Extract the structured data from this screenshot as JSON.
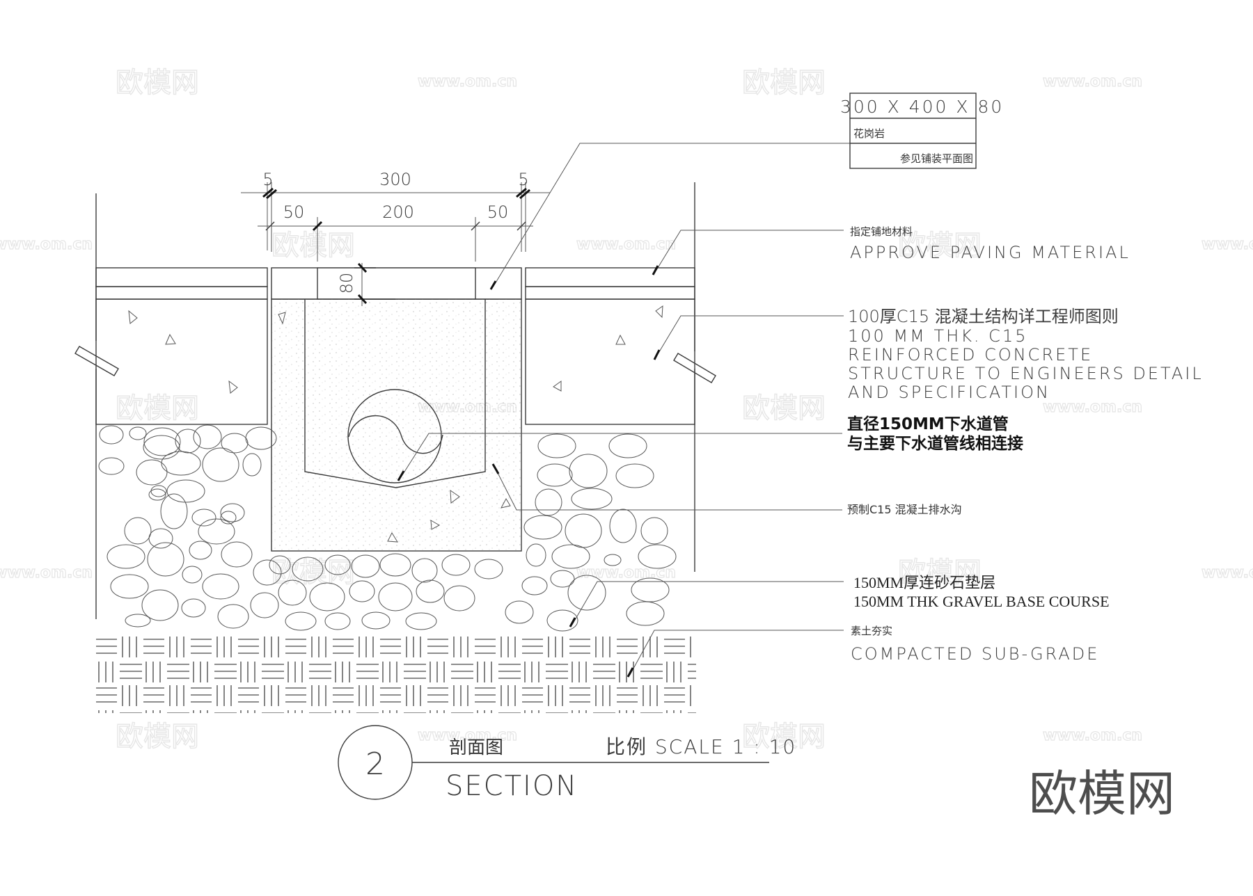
{
  "drawing": {
    "title_cn": "剖面图",
    "title_en": "SECTION",
    "detail_number": "2",
    "scale_label": "比例 SCALE 1 : 10"
  },
  "dimensions": {
    "top_overall": "300",
    "left_gap": "5",
    "right_gap": "5",
    "left_wall": "50",
    "opening": "200",
    "right_wall": "50",
    "slab_thickness": "80"
  },
  "spec_table": {
    "size": "300 X 400 X 80",
    "material": "花岗岩",
    "note": "参见铺装平面图"
  },
  "annotations": [
    {
      "id": "paving",
      "cn": "指定铺地材料",
      "en": [
        "APPROVE PAVING MATERIAL"
      ]
    },
    {
      "id": "concrete",
      "cn": "100厚C15 混凝土结构详工程师图则",
      "en": [
        "100 MM THK. C15",
        "REINFORCED CONCRETE",
        "STRUCTURE TO ENGINEERS DETAIL",
        "AND SPECIFICATION"
      ]
    },
    {
      "id": "pipe",
      "cn": [
        "直径150MM下水道管",
        "与主要下水道管线相连接"
      ]
    },
    {
      "id": "channel",
      "cn": "预制C15 混凝土排水沟"
    },
    {
      "id": "gravel",
      "cn": "150MM厚连砂石垫层",
      "en": [
        "150MM THK GRAVEL BASE COURSE"
      ]
    },
    {
      "id": "subgrade",
      "cn": "素土夯实",
      "en": [
        "COMPACTED SUB-GRADE"
      ]
    }
  ],
  "watermark": {
    "logo_text": "欧模网",
    "url_text": "www.om.cn"
  },
  "colors": {
    "line": "#3a3a3a",
    "text": "#3c3c3c",
    "watermark": "#e6e6e6",
    "logo": "#4d4d4d"
  }
}
